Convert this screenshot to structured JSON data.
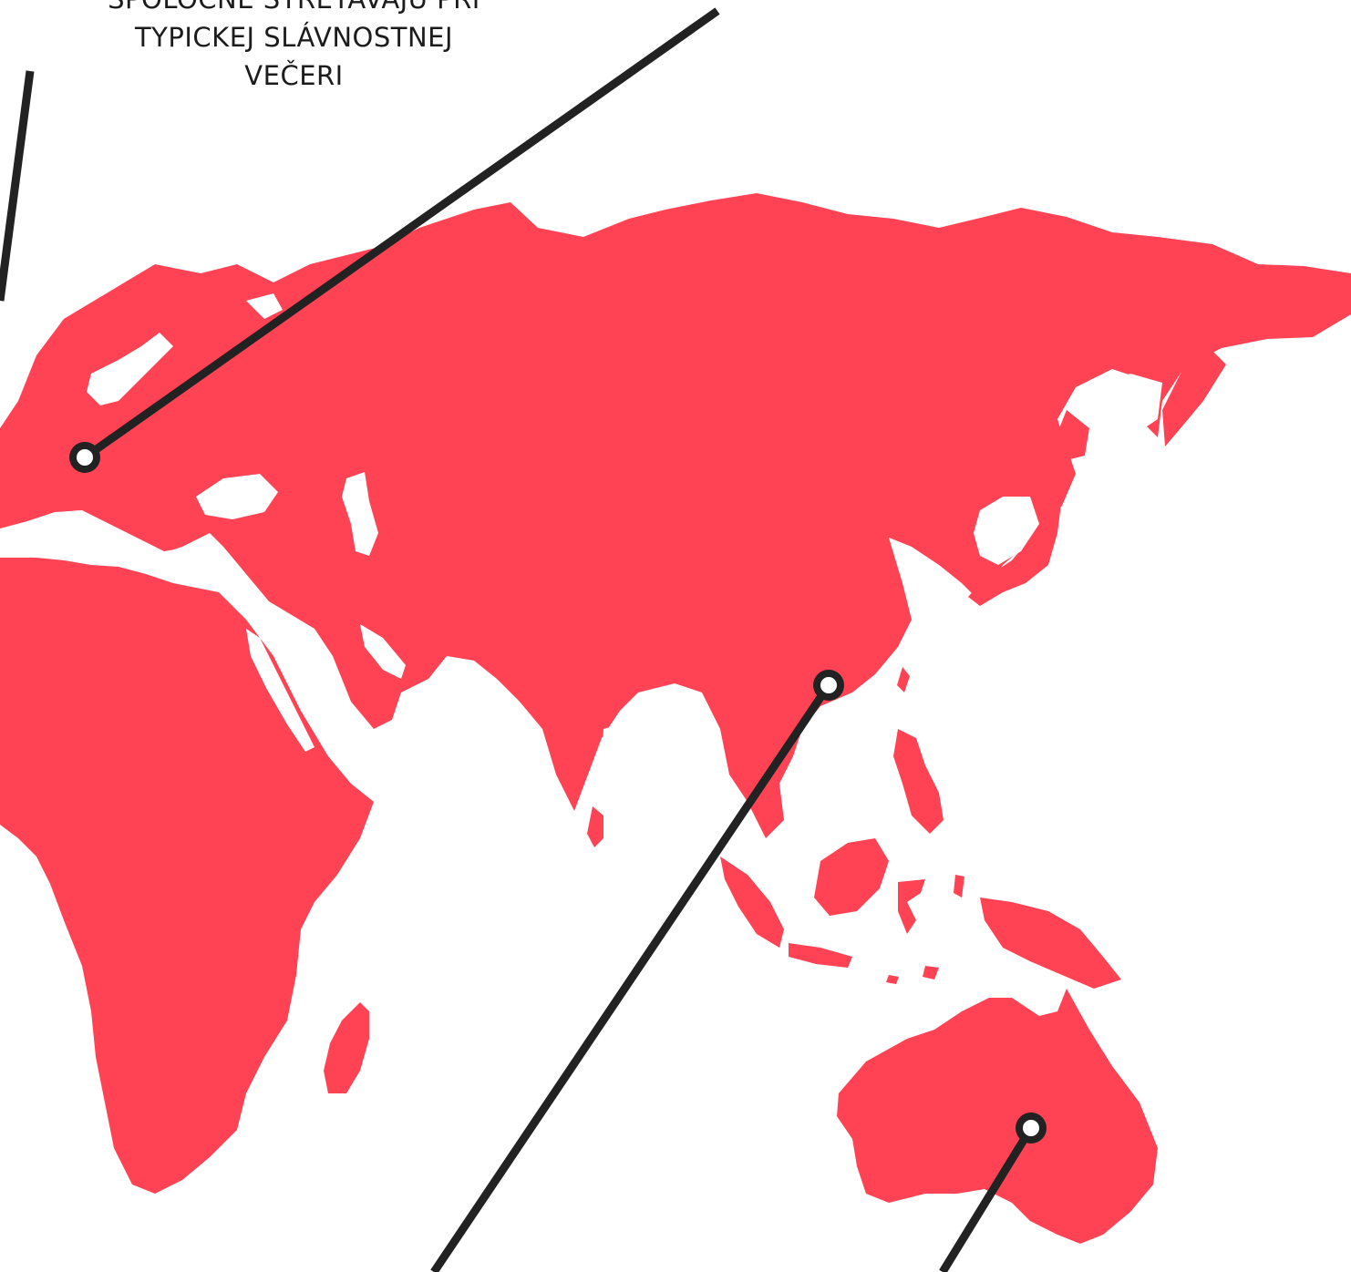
{
  "caption": {
    "lines": [
      "SPOLOČNE STRETÁVAJÚ PRI",
      "TYPICKEJ SLÁVNOSTNEJ",
      "VEČERI"
    ]
  },
  "colors": {
    "land": "#ff4354",
    "line": "#222222",
    "background": "#ffffff"
  },
  "map": {
    "regions": [
      {
        "id": "europe",
        "icon": "europe-landmass"
      },
      {
        "id": "africa",
        "icon": "africa-landmass"
      },
      {
        "id": "asia",
        "icon": "asia-landmass"
      },
      {
        "id": "australia",
        "icon": "australia-landmass"
      }
    ],
    "markers": [
      {
        "id": "europe-marker",
        "icon": "location-ring-icon"
      },
      {
        "id": "asia-marker",
        "icon": "location-ring-icon"
      },
      {
        "id": "australia-marker",
        "icon": "location-ring-icon"
      }
    ]
  }
}
